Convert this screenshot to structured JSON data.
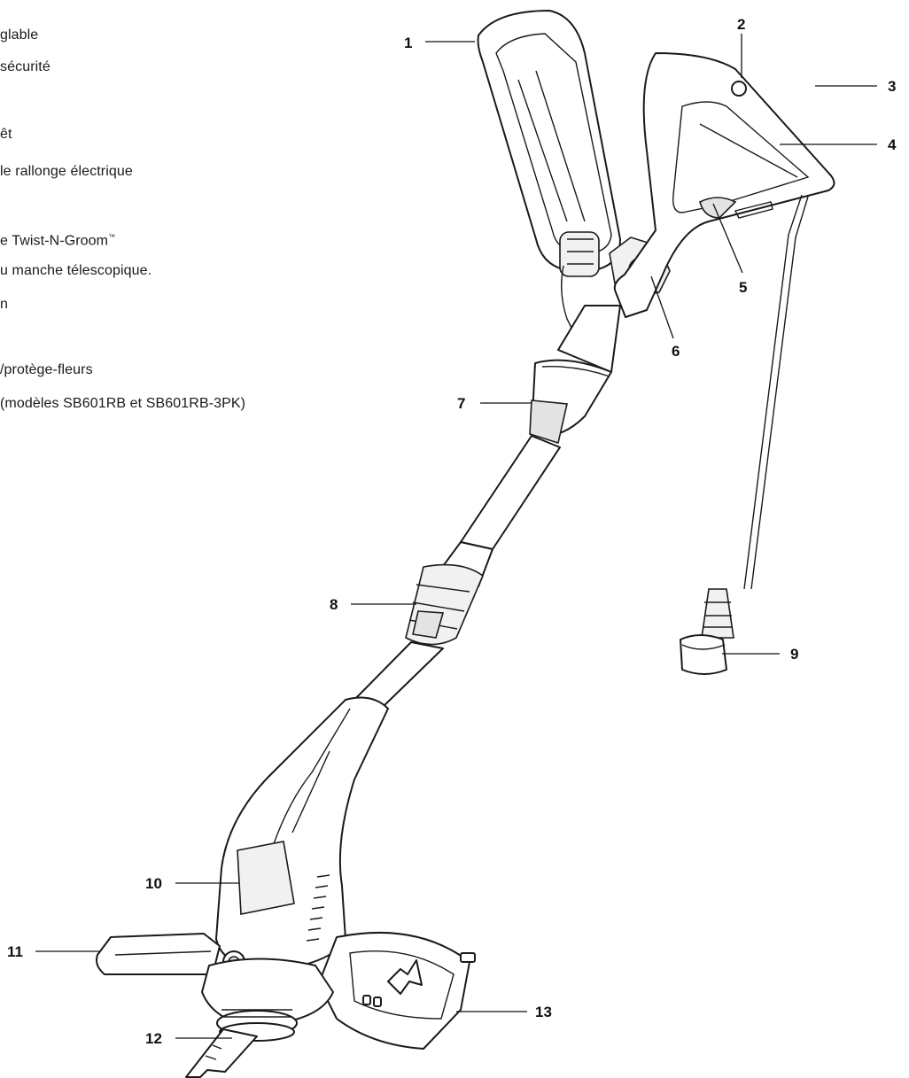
{
  "legend": [
    {
      "text": "glable"
    },
    {
      "text": "sécurité"
    },
    {
      "text": ""
    },
    {
      "text": "êt"
    },
    {
      "text": "le rallonge électrique"
    },
    {
      "text": ""
    },
    {
      "text": "e Twist-N-Groom",
      "tm": "™"
    },
    {
      "text": "u manche télescopique."
    },
    {
      "text": "n"
    },
    {
      "text": ""
    },
    {
      "text": "/protège-fleurs"
    },
    {
      "text": " (modèles SB601RB et SB601RB-3PK)"
    },
    {
      "text": ""
    }
  ],
  "callouts": [
    "1",
    "2",
    "3",
    "4",
    "5",
    "6",
    "7",
    "8",
    "9",
    "10",
    "11",
    "12",
    "13"
  ],
  "colors": {
    "ink": "#1a1a1a",
    "fill": "#ffffff",
    "shade": "#e3e3e3"
  }
}
